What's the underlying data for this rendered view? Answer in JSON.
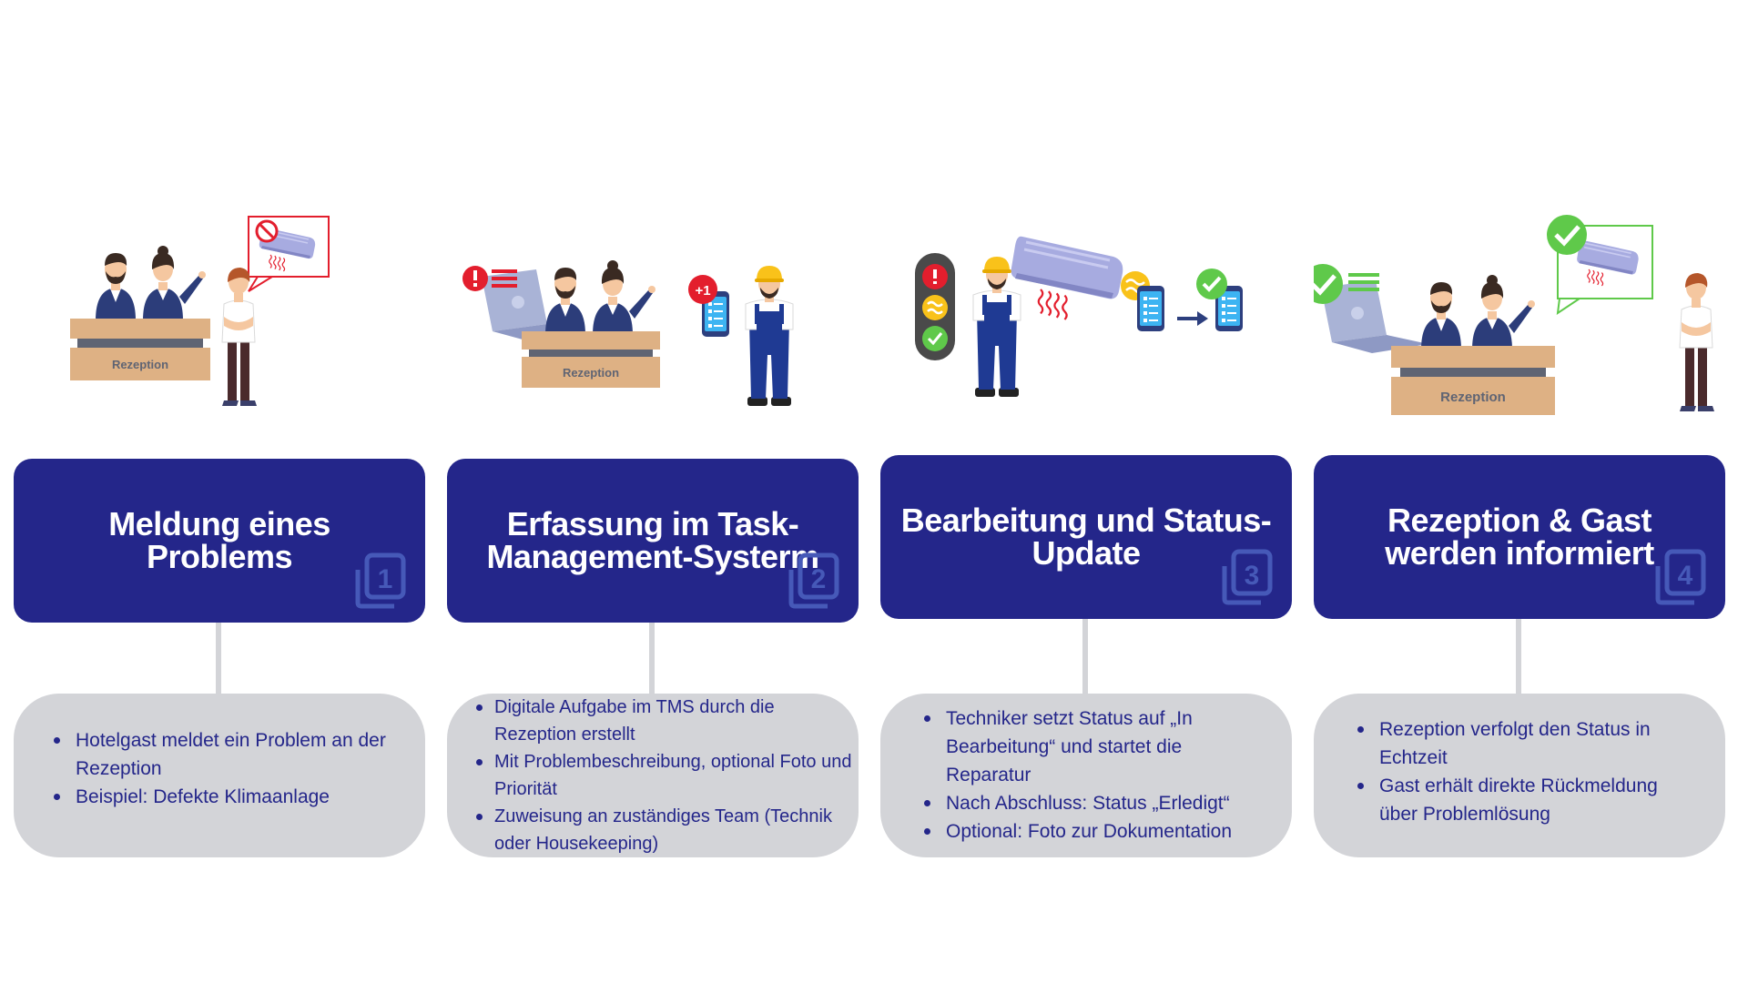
{
  "steps": [
    {
      "title": "Meldung eines Problems",
      "number": "1",
      "desk_label": "Rezeption",
      "bullets": [
        "Hotelgast meldet ein Problem an der Rezeption",
        "Beispiel: Defekte Klimaanlage"
      ]
    },
    {
      "title": "Erfassung im Task-Management-Systerm",
      "number": "2",
      "desk_label": "Rezeption",
      "badge": "+1",
      "bullets": [
        "Digitale Aufgabe im TMS durch die Rezeption erstellt",
        "Mit Problembeschreibung, optional Foto und Priorität",
        "Zuweisung an zuständiges Team (Technik oder Housekeeping)"
      ]
    },
    {
      "title": "Bearbeitung und Status-Update",
      "number": "3",
      "bullets": [
        "Techniker setzt Status auf „In Bearbeitung“ und startet die Reparatur",
        "Nach Abschluss: Status „Erledigt“",
        "Optional: Foto zur Dokumentation"
      ]
    },
    {
      "title": "Rezeption & Gast werden informiert",
      "number": "4",
      "desk_label": "Rezeption",
      "bullets": [
        "Rezeption verfolgt den Status in Echtzeit",
        "Gast erhält direkte Rückmeldung über Problemlösung"
      ]
    }
  ],
  "colors": {
    "card": "#24268a",
    "details": "#d3d4d8",
    "desk": "#deb184",
    "alert": "#e31e2d",
    "ok": "#5fc94a",
    "skin": "#f5c7a0",
    "helmet": "#f9c21a",
    "overall": "#1f3a93"
  },
  "icons": [
    "forbidden-icon",
    "alert-icon",
    "check-icon",
    "traffic-light-icon",
    "arrow-right-icon",
    "clipboard-phone-icon"
  ]
}
